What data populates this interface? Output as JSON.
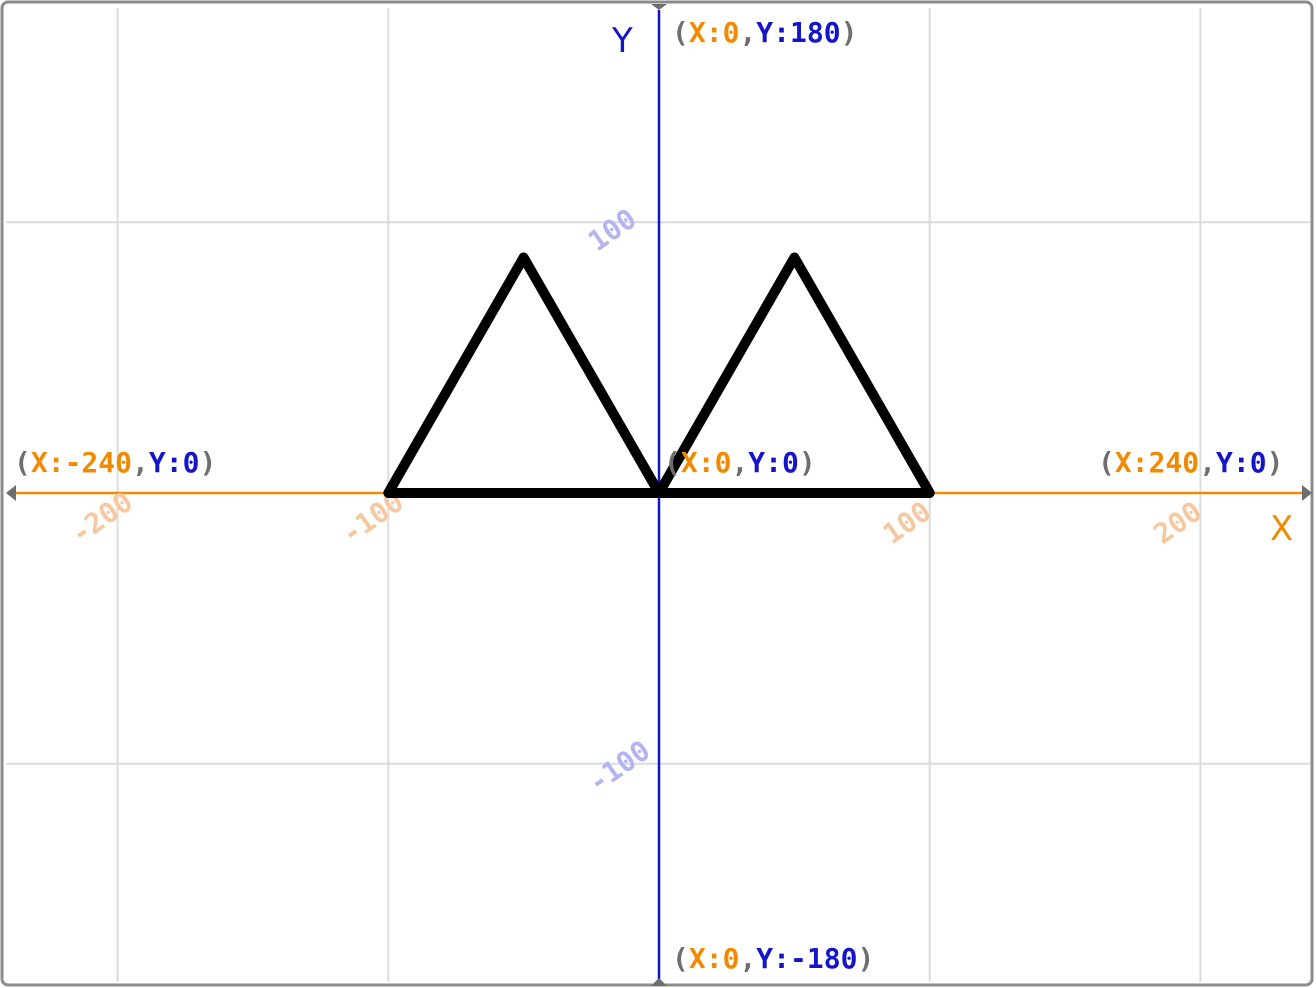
{
  "colors": {
    "x_axis": "#f08a00",
    "y_axis": "#1414c8",
    "x_tick": "#f5c8a0",
    "y_tick": "#b4b4f0",
    "grid": "#dcdcdc",
    "frame": "#8c8c8c",
    "paren": "#6e6e6e",
    "shape": "#000000"
  },
  "axes": {
    "x_name": "X",
    "y_name": "Y",
    "x_range": [
      -240,
      240
    ],
    "y_range": [
      -180,
      180
    ],
    "grid_step": 100
  },
  "coord_labels": {
    "top": {
      "x": "X:0",
      "y": "Y:180"
    },
    "bottom": {
      "x": "X:0",
      "y": "Y:-180"
    },
    "left": {
      "x": "X:-240",
      "y": "Y:0"
    },
    "right": {
      "x": "X:240",
      "y": "Y:0"
    },
    "origin": {
      "x": "X:0",
      "y": "Y:0"
    }
  },
  "x_ticks": [
    {
      "value": -200,
      "label": "-200"
    },
    {
      "value": -100,
      "label": "-100"
    },
    {
      "value": 100,
      "label": "100"
    },
    {
      "value": 200,
      "label": "200"
    }
  ],
  "y_ticks": [
    {
      "value": 100,
      "label": "100"
    },
    {
      "value": -100,
      "label": "-100"
    }
  ],
  "shape_path": [
    [
      0,
      0
    ],
    [
      -50,
      87
    ],
    [
      -100,
      0
    ],
    [
      0,
      0
    ],
    [
      50,
      87
    ],
    [
      100,
      0
    ],
    [
      0,
      0
    ]
  ]
}
